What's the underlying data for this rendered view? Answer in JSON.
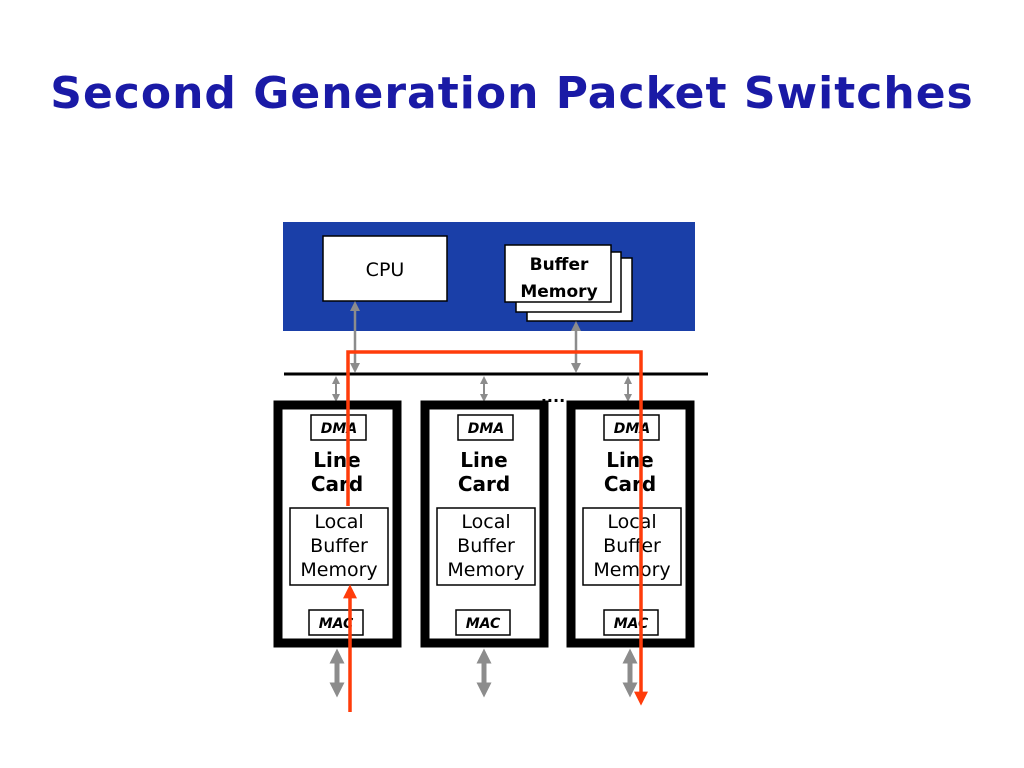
{
  "slide": {
    "title": "Second Generation Packet Switches"
  },
  "diagram": {
    "cpu_label": "CPU",
    "buffer_memory": [
      "Buffer",
      "Memory"
    ],
    "ellipsis": "....",
    "line_cards": [
      {
        "dma": "DMA",
        "title": [
          "Line",
          "Card"
        ],
        "local_buffer": [
          "Local",
          "Buffer",
          "Memory"
        ],
        "mac": "MAC"
      },
      {
        "dma": "DMA",
        "title": [
          "Line",
          "Card"
        ],
        "local_buffer": [
          "Local",
          "Buffer",
          "Memory"
        ],
        "mac": "MAC"
      },
      {
        "dma": "DMA",
        "title": [
          "Line",
          "Card"
        ],
        "local_buffer": [
          "Local",
          "Buffer",
          "Memory"
        ],
        "mac": "MAC"
      }
    ],
    "colors": {
      "title": "#1a1aa6",
      "cpu_panel": "#1a3fa8",
      "packet_path": "#ff3c0a",
      "connector": "#8c8c8c",
      "card_border": "#000000"
    }
  }
}
